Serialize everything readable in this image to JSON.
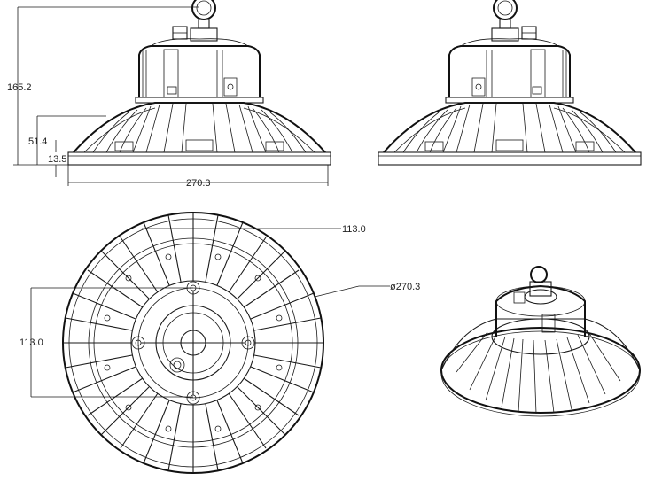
{
  "drawing": {
    "subject": "UFO LED high bay light technical drawing",
    "views": {
      "front_left": {
        "dimensions": {
          "overall_height": "165.2",
          "body_height": "51.4",
          "base_thickness": "13.5",
          "overall_width": "270.3"
        }
      },
      "front_right": {},
      "bottom": {
        "dimensions": {
          "mounting_spacing_horizontal": "113.0",
          "mounting_spacing_vertical": "113.0",
          "diameter": "ø270.3"
        }
      },
      "isometric": {}
    }
  }
}
